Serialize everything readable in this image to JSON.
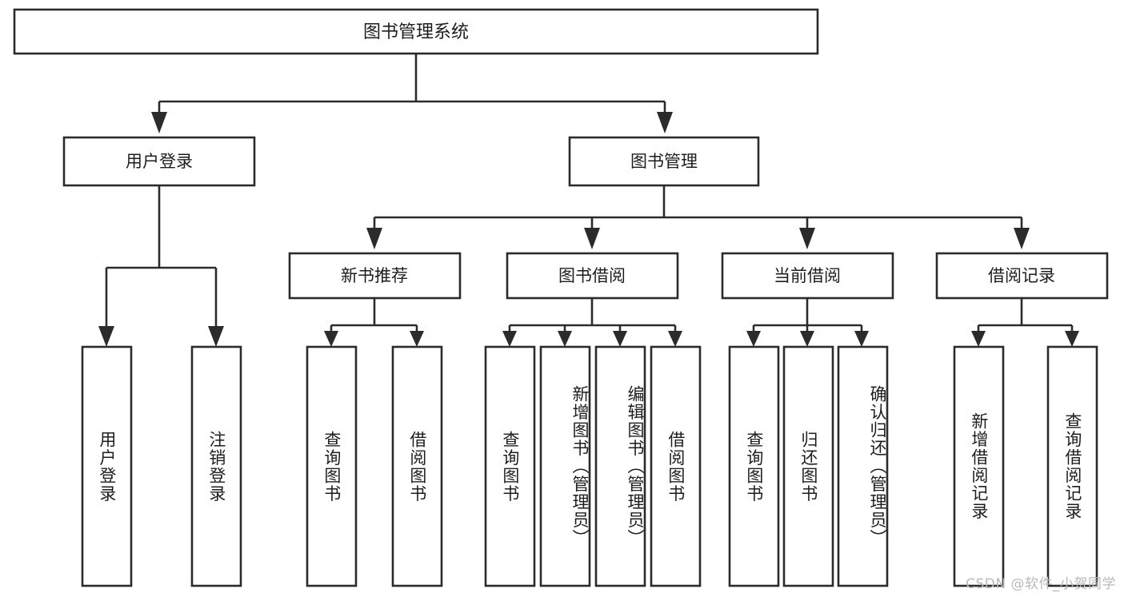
{
  "diagram": {
    "title": "图书管理系统",
    "type": "tree",
    "orientation": "top-down",
    "background": "#ffffff",
    "line_color": "#2b2b2b",
    "text_color": "#1d1d1d",
    "root": {
      "id": "root",
      "label": "图书管理系统",
      "text_direction": "horizontal"
    },
    "level2": [
      {
        "id": "user-login",
        "label": "用户登录",
        "text_direction": "horizontal"
      },
      {
        "id": "book-manage",
        "label": "图书管理",
        "text_direction": "horizontal"
      }
    ],
    "level3": [
      {
        "id": "new-book-recommend",
        "label": "新书推荐",
        "text_direction": "horizontal",
        "parent": "book-manage"
      },
      {
        "id": "book-borrow",
        "label": "图书借阅",
        "text_direction": "horizontal",
        "parent": "book-manage"
      },
      {
        "id": "current-borrow",
        "label": "当前借阅",
        "text_direction": "horizontal",
        "parent": "book-manage"
      },
      {
        "id": "borrow-record",
        "label": "借阅记录",
        "text_direction": "horizontal",
        "parent": "book-manage"
      }
    ],
    "leaves": [
      {
        "id": "leaf-user-login",
        "label": "用户登录",
        "text_direction": "vertical",
        "parent": "user-login"
      },
      {
        "id": "leaf-logout-login",
        "label": "注销登录",
        "text_direction": "vertical",
        "parent": "user-login"
      },
      {
        "id": "leaf-query-book-1",
        "label": "查询图书",
        "text_direction": "vertical",
        "parent": "new-book-recommend"
      },
      {
        "id": "leaf-borrow-book-1",
        "label": "借阅图书",
        "text_direction": "vertical",
        "parent": "new-book-recommend"
      },
      {
        "id": "leaf-query-book-2",
        "label": "查询图书",
        "text_direction": "vertical",
        "parent": "book-borrow"
      },
      {
        "id": "leaf-add-book",
        "label": "新增图书（管理员）",
        "text_direction": "vertical",
        "parent": "book-borrow"
      },
      {
        "id": "leaf-edit-book",
        "label": "编辑图书（管理员）",
        "text_direction": "vertical",
        "parent": "book-borrow"
      },
      {
        "id": "leaf-borrow-book-2",
        "label": "借阅图书",
        "text_direction": "vertical",
        "parent": "book-borrow"
      },
      {
        "id": "leaf-query-book-3",
        "label": "查询图书",
        "text_direction": "vertical",
        "parent": "current-borrow"
      },
      {
        "id": "leaf-return-book",
        "label": "归还图书",
        "text_direction": "vertical",
        "parent": "current-borrow"
      },
      {
        "id": "leaf-confirm-return",
        "label": "确认归还（管理员）",
        "text_direction": "vertical",
        "parent": "current-borrow"
      },
      {
        "id": "leaf-add-record",
        "label": "新增借阅记录",
        "text_direction": "vertical",
        "parent": "borrow-record"
      },
      {
        "id": "leaf-query-record",
        "label": "查询借阅记录",
        "text_direction": "vertical",
        "parent": "borrow-record"
      }
    ]
  },
  "watermark": {
    "text": "CSDN @软件_小贺同学"
  }
}
